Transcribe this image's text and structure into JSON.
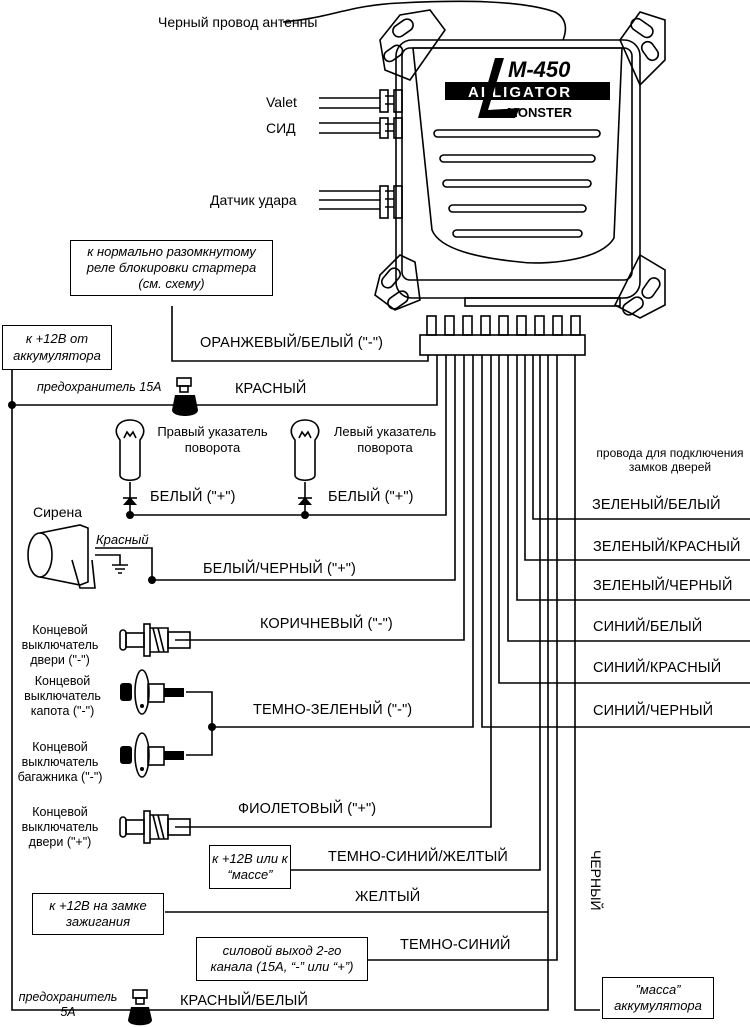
{
  "title": "Схема подключения сигнализации Alligator M-450 Monster",
  "unit": {
    "model": "M-450",
    "brand": "ALLIGATOR",
    "series": "MONSTER"
  },
  "connectors": {
    "antenna": "Черный провод антенны",
    "valet": "Valet",
    "led": "СИД",
    "shock_sensor": "Датчик удара"
  },
  "boxes": {
    "starter_relay": "к нормально разомкнутому реле блокировки стартера (см. схему)",
    "battery_12v": "к +12В от аккумулятора",
    "ground_or_12v": "к +12В или к “массе”",
    "ignition": "к +12В на замке зажигания",
    "channel2": "силовой выход 2-го канала (15А, “-” или “+”)",
    "battery_ground": "”масса” аккумулятора"
  },
  "components": {
    "fuse15": "предохранитель 15А",
    "fuse5_line1": "предохранитель",
    "fuse5_line2": "5А",
    "right_turn": "Правый указатель поворота",
    "left_turn": "Левый указатель поворота",
    "siren": "Сирена",
    "siren_wire": "Красный",
    "door_minus": "Концевой выключатель двери (\"-\")",
    "hood": "Концевой выключатель капота (\"-\")",
    "trunk": "Концевой выключатель багажника (\"-\")",
    "door_plus": "Концевой выключатель двери (\"+\")",
    "door_locks_note": "провода для подключения замков дверей"
  },
  "wires": {
    "orange_white": "ОРАНЖЕВЫЙ/БЕЛЫЙ (\"-\")",
    "red": "КРАСНЫЙ",
    "white_right": "БЕЛЫЙ (\"+\")",
    "white_left": "БЕЛЫЙ (\"+\")",
    "white_black": "БЕЛЫЙ/ЧЕРНЫЙ (\"+\")",
    "brown": "КОРИЧНЕВЫЙ (\"-\")",
    "dark_green": "ТЕМНО-ЗЕЛЕНЫЙ (\"-\")",
    "violet": "ФИОЛЕТОВЫЙ (\"+\")",
    "dark_blue_yellow": "ТЕМНО-СИНИЙ/ЖЕЛТЫЙ",
    "yellow": "ЖЕЛТЫЙ",
    "dark_blue": "ТЕМНО-СИНИЙ",
    "red_white": "КРАСНЫЙ/БЕЛЫЙ",
    "black": "ЧЕРНЫЙ",
    "green_white": "ЗЕЛЕНЫЙ/БЕЛЫЙ",
    "green_red": "ЗЕЛЕНЫЙ/КРАСНЫЙ",
    "green_black": "ЗЕЛЕНЫЙ/ЧЕРНЫЙ",
    "blue_white": "СИНИЙ/БЕЛЫЙ",
    "blue_red": "СИНИЙ/КРАСНЫЙ",
    "blue_black": "СИНИЙ/ЧЕРНЫЙ"
  }
}
